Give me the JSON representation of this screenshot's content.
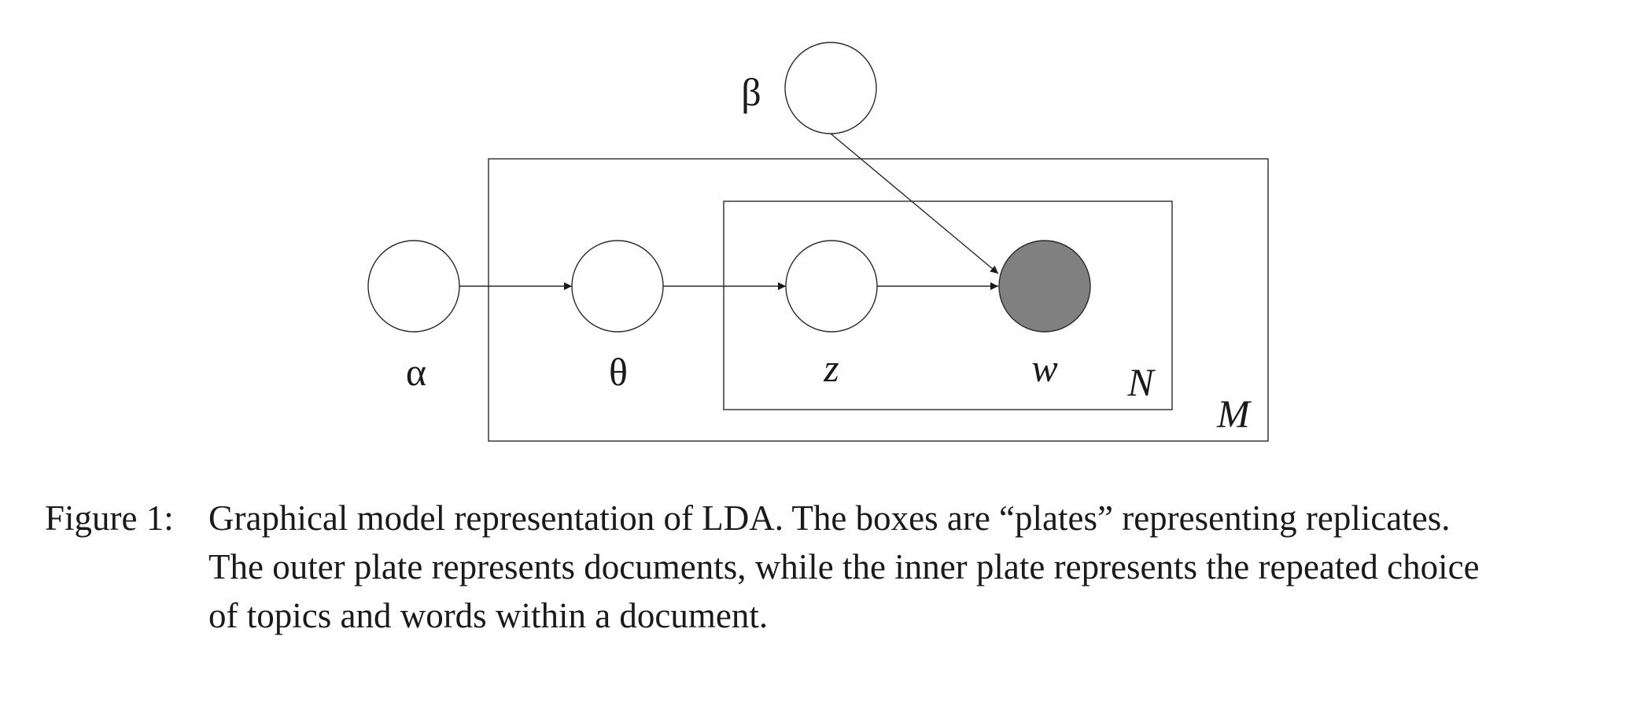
{
  "diagram": {
    "nodes": [
      {
        "id": "alpha",
        "label": "α",
        "observed": false
      },
      {
        "id": "theta",
        "label": "θ",
        "observed": false
      },
      {
        "id": "z",
        "label": "z",
        "observed": false
      },
      {
        "id": "w",
        "label": "w",
        "observed": true
      },
      {
        "id": "beta",
        "label": "β",
        "observed": false
      }
    ],
    "edges": [
      {
        "from": "alpha",
        "to": "theta"
      },
      {
        "from": "theta",
        "to": "z"
      },
      {
        "from": "z",
        "to": "w"
      },
      {
        "from": "beta",
        "to": "w"
      }
    ],
    "plates": [
      {
        "id": "outer",
        "label": "M"
      },
      {
        "id": "inner",
        "label": "N"
      }
    ],
    "colors": {
      "observed_fill": "#808080",
      "stroke": "#2a2a2a"
    }
  },
  "caption": {
    "prefix": "Figure 1:",
    "lines": [
      "Graphical model representation of LDA. The boxes are “plates” representing replicates.",
      "The outer plate represents documents, while the inner plate represents the repeated choice",
      "of topics and words within a document."
    ]
  }
}
